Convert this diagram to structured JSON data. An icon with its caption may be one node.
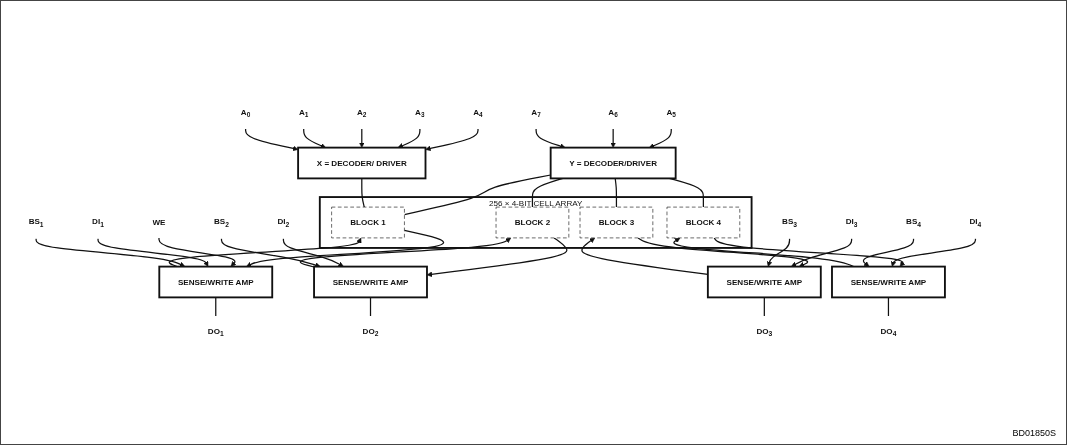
{
  "diagram": {
    "nodes": [
      {
        "text": [
          "A$_{5}$"
        ]
      },
      {
        "text": [
          "A$_{6}$"
        ]
      },
      {
        "text": [
          "A$_{7}$"
        ]
      },
      {
        "text": [
          "Y = DECODER/DRIVER"
        ]
      },
      {
        "text": [
          "A$_{4}$"
        ]
      },
      {
        "text": [
          "A$_{3}$"
        ]
      },
      {
        "text": [
          "A$_{2}$"
        ]
      },
      {
        "text": [
          "A$_{1}$"
        ]
      },
      {
        "text": [
          "A$_{0}$"
        ]
      },
      {
        "text": [
          "X = DECODER/ DRIVER"
        ]
      },
      {
        "text": [
          "256 × 4-BIT CELL ARRAY"
        ]
      },
      {
        "text": [
          "BLOCK 1"
        ],
        "in": 10
      },
      {
        "text": [
          "BLOCK 2"
        ],
        "in": 10
      },
      {
        "text": [
          "BLOCK 3"
        ],
        "in": 10
      },
      {
        "text": [
          "BLOCK 4"
        ],
        "in": 10
      },
      {
        "text": [
          "SENSE/WRITE AMP"
        ]
      },
      {
        "text": [
          "SENSE/WRITE AMP"
        ]
      },
      {
        "text": [
          "SENSE/WRITE AMP"
        ]
      },
      {
        "text": [
          "SENSE/WRITE AMP"
        ]
      },
      {
        "text": [
          "WE"
        ]
      },
      {
        "text": [
          "DO$_{1}$"
        ]
      },
      {
        "text": [
          "DI$_{1}$"
        ]
      },
      {
        "text": [
          "BS$_{1}$"
        ]
      },
      {
        "text": [
          "DO$_{2}$"
        ]
      },
      {
        "text": [
          "DI$_{2}$"
        ]
      },
      {
        "text": [
          "BS$_{2}$"
        ]
      },
      {
        "text": [
          "DO$_{3}$"
        ]
      },
      {
        "text": [
          "DI$_{3}$"
        ]
      },
      {
        "text": [
          "BS$_{3}$"
        ]
      },
      {
        "text": [
          "DO$_{4}$"
        ]
      },
      {
        "text": [
          "DI$_{4}$"
        ]
      },
      {
        "text": [
          "BS$_{4}$"
        ]
      }
    ],
    "edges": [
      {
        "from": 0,
        "to": 3,
        "arrow": "to"
      },
      {
        "from": 1,
        "to": 3,
        "arrow": "to"
      },
      {
        "from": 2,
        "to": 3,
        "arrow": "to"
      },
      {
        "from": 3,
        "to": 11,
        "arrow": "none"
      },
      {
        "from": 3,
        "to": 12,
        "arrow": "none"
      },
      {
        "from": 3,
        "to": 13,
        "arrow": "none"
      },
      {
        "from": 3,
        "to": 14,
        "arrow": "none"
      },
      {
        "from": 4,
        "to": 9,
        "arrow": "to"
      },
      {
        "from": 5,
        "to": 9,
        "arrow": "to"
      },
      {
        "from": 6,
        "to": 9,
        "arrow": "to"
      },
      {
        "from": 7,
        "to": 9,
        "arrow": "to"
      },
      {
        "from": 8,
        "to": 9,
        "arrow": "to"
      },
      {
        "from": 9,
        "to": 11,
        "arrow": "none"
      },
      {
        "from": 11,
        "to": 15,
        "arrow": "to"
      },
      {
        "from": 15,
        "to": 11,
        "arrow": "to"
      },
      {
        "from": 12,
        "to": 16,
        "arrow": "to"
      },
      {
        "from": 16,
        "to": 12,
        "arrow": "to"
      },
      {
        "from": 13,
        "to": 17,
        "arrow": "to"
      },
      {
        "from": 17,
        "to": 13,
        "arrow": "to"
      },
      {
        "from": 14,
        "to": 18,
        "arrow": "to"
      },
      {
        "from": 18,
        "to": 14,
        "arrow": "to"
      },
      {
        "from": 19,
        "to": 15,
        "arrow": "to"
      },
      {
        "from": 15,
        "to": 20,
        "arrow": "none"
      },
      {
        "from": 21,
        "to": 15,
        "arrow": "to"
      },
      {
        "from": 22,
        "to": 15,
        "arrow": "to"
      },
      {
        "from": 16,
        "to": 23,
        "arrow": "none"
      },
      {
        "from": 24,
        "to": 16,
        "arrow": "to"
      },
      {
        "from": 25,
        "to": 16,
        "arrow": "to"
      },
      {
        "from": 17,
        "to": 26,
        "arrow": "none"
      },
      {
        "from": 27,
        "to": 17,
        "arrow": "to"
      },
      {
        "from": 28,
        "to": 17,
        "arrow": "to"
      },
      {
        "from": 18,
        "to": 29,
        "arrow": "none"
      },
      {
        "from": 30,
        "to": 18,
        "arrow": "to"
      },
      {
        "from": 31,
        "to": 18,
        "arrow": "to"
      }
    ],
    "labels": [
      "BD01850S"
    ]
  }
}
